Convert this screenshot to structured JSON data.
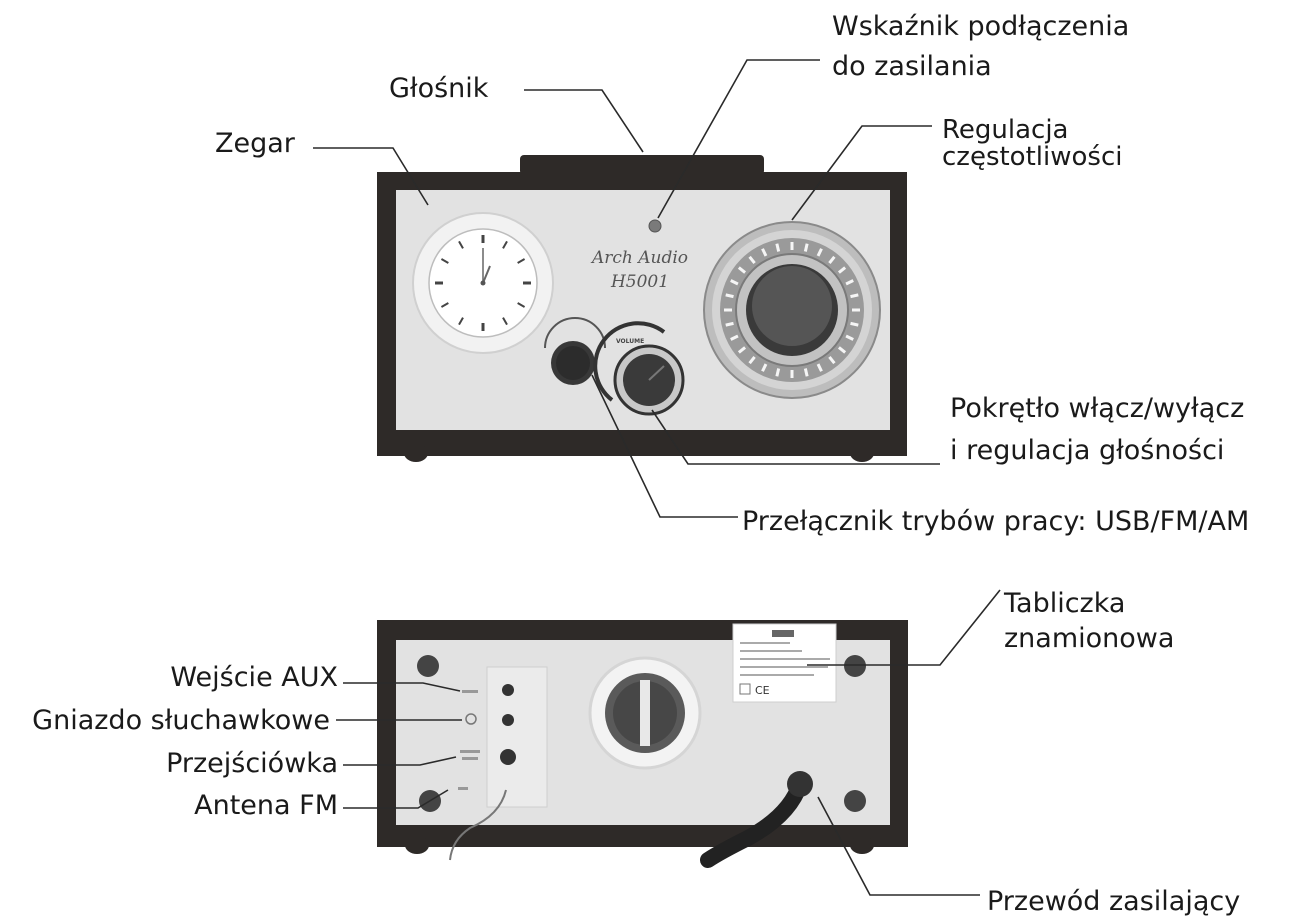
{
  "front_view": {
    "labels": {
      "speaker": "Głośnik",
      "power_indicator_line1": "Wskaźnik podłączenia",
      "power_indicator_line2": "do zasilania",
      "clock": "Zegar",
      "frequency_line1": "Regulacja",
      "frequency_line2": "częstotliwości",
      "volume_line1": "Pokrętło włącz/wyłącz",
      "volume_line2": "i regulacja głośności",
      "mode_switch": "Przełącznik trybów pracy: USB/FM/AM"
    },
    "device": {
      "brand_line1": "Arch Audio",
      "brand_line2": "H5001",
      "volume_knob_label": "VOLUME"
    }
  },
  "rear_view": {
    "labels": {
      "aux_input": "Wejście AUX",
      "headphone_jack": "Gniazdo słuchawkowe",
      "adapter": "Przejściówka",
      "fm_antenna": "Antena FM",
      "rating_plate_line1": "Tabliczka",
      "rating_plate_line2": "znamionowa",
      "power_cord": "Przewód zasilający"
    },
    "rating_plate": {
      "ce_mark": "CE"
    }
  },
  "colors": {
    "cabinet": "#2e2a28",
    "panel": "#e2e2e2",
    "knob": "#383838",
    "dial_ring": "#9a9a9a"
  }
}
